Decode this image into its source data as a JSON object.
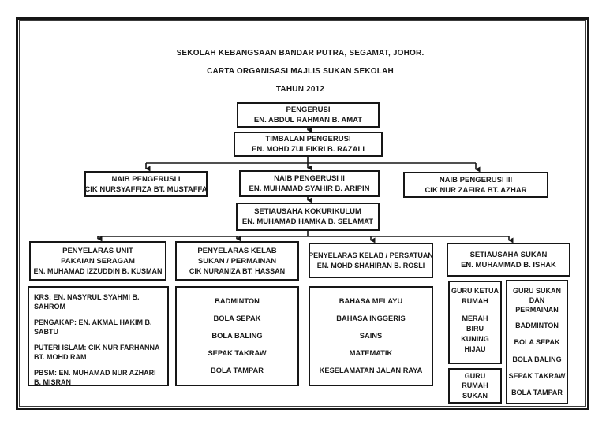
{
  "header": {
    "school": "SEKOLAH KEBANGSAAN BANDAR PUTRA, SEGAMAT, JOHOR.",
    "chart_title": "CARTA ORGANISASI MAJLIS SUKAN SEKOLAH",
    "year": "TAHUN 2012"
  },
  "boxes": {
    "pengerusi": {
      "title": "PENGERUSI",
      "name": "EN. ABDUL RAHMAN B. AMAT"
    },
    "timbalan_pengerusi": {
      "title": "TIMBALAN PENGERUSI",
      "name": "EN. MOHD ZULFIKRI B. RAZALI"
    },
    "naib_pengerusi_1": {
      "title": "NAIB PENGERUSI I",
      "name": "CIK NURSYAFFIZA BT. MUSTAFFA"
    },
    "naib_pengerusi_2": {
      "title": "NAIB PENGERUSI II",
      "name": "EN. MUHAMAD SYAHIR B. ARIPIN"
    },
    "naib_pengerusi_3": {
      "title": "NAIB PENGERUSI III",
      "name": "CIK NUR ZAFIRA BT. AZHAR"
    },
    "setiausaha_kokurikulum": {
      "title": "SETIAUSAHA  KOKURIKULUM",
      "name": "EN. MUHAMAD HAMKA B. SELAMAT"
    },
    "penyelaras_unit": {
      "title1": "PENYELARAS UNIT",
      "title2": "PAKAIAN  SERAGAM",
      "name": "EN. MUHAMAD IZZUDDIN B. KUSMAN"
    },
    "penyelaras_kelab_sukan": {
      "title1": "PENYELARAS KELAB",
      "title2": "SUKAN / PERMAINAN",
      "name": "CIK NURANIZA BT. HASSAN"
    },
    "penyelaras_kelab_persatuan": {
      "title": "PENYELARAS KELAB / PERSATUAN",
      "name": "EN. MOHD SHAHIRAN B. ROSLI"
    },
    "setiausaha_sukan": {
      "title": "SETIAUSAHA SUKAN",
      "name": "EN. MUHAMMAD B. ISHAK"
    }
  },
  "panels": {
    "uniform_units": {
      "items": [
        "KRS: EN. NASYRUL SYAHMI B. SAHROM",
        "PENGAKAP: EN. AKMAL HAKIM B. SABTU",
        "PUTERI ISLAM: CIK NUR FARHANNA BT. MOHD RAM",
        "PBSM: EN. MUHAMAD NUR AZHARI B. MISRAN"
      ]
    },
    "sports_clubs": {
      "items": [
        "BADMINTON",
        "BOLA SEPAK",
        "BOLA BALING",
        "SEPAK TAKRAW",
        "BOLA TAMPAR"
      ]
    },
    "subject_clubs": {
      "items": [
        "BAHASA MELAYU",
        "BAHASA INGGERIS",
        "SAINS",
        "MATEMATIK",
        "KESELAMATAN JALAN RAYA"
      ]
    },
    "guru_ketua_rumah": {
      "title_line1": "GURU KETUA",
      "title_line2": "RUMAH",
      "houses": [
        "MERAH",
        "BIRU",
        "KUNING",
        "HIJAU"
      ]
    },
    "guru_rumah_sukan": {
      "lines": [
        "GURU",
        "RUMAH",
        "SUKAN"
      ]
    },
    "guru_sukan_permainan": {
      "title_line1": "GURU SUKAN",
      "title_line2": "DAN",
      "title_line3": "PERMAINAN",
      "items": [
        "BADMINTON",
        "BOLA SEPAK",
        "BOLA BALING",
        "SEPAK TAKRAW",
        "BOLA TAMPAR"
      ]
    }
  },
  "colors": {
    "ink": "#1a1a1a",
    "paper": "#ffffff"
  }
}
